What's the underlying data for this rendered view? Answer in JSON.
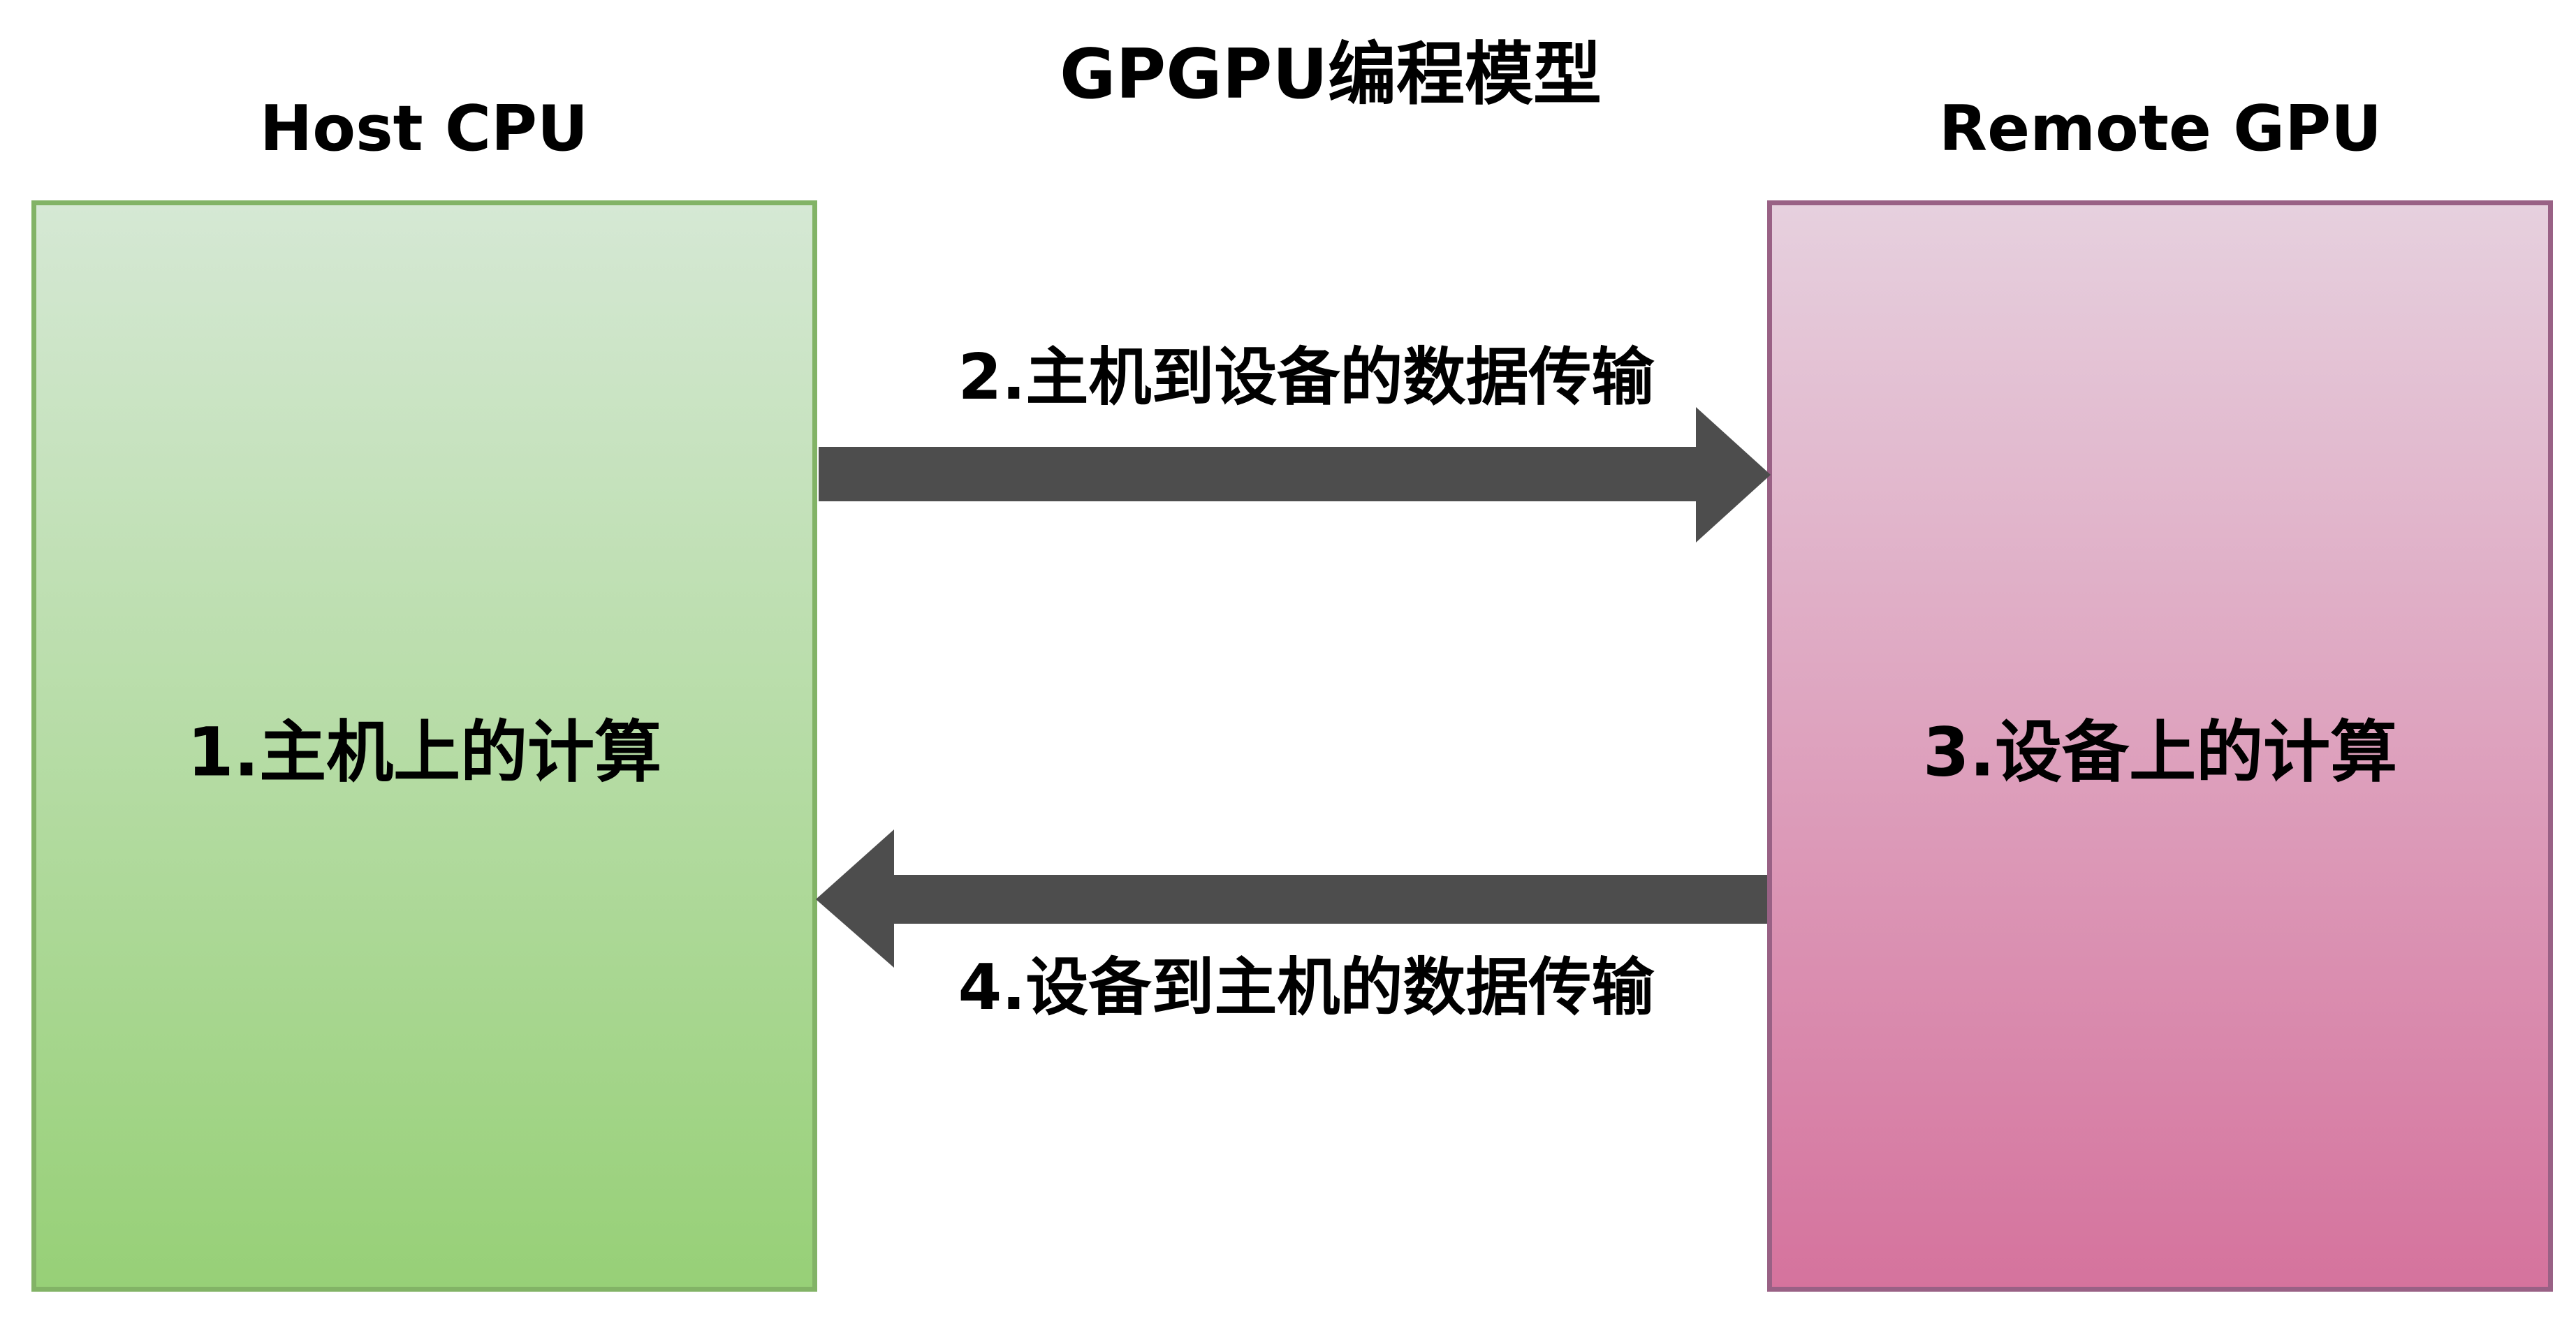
{
  "diagram": {
    "title": "GPGPU编程模型",
    "host": {
      "title": "Host CPU",
      "box_label": "1.主机上的计算"
    },
    "gpu": {
      "title": "Remote GPU",
      "box_label": "3.设备上的计算"
    },
    "arrow_to_device": {
      "label": "2.主机到设备的数据传输"
    },
    "arrow_to_host": {
      "label": "4.设备到主机的数据传输"
    }
  },
  "colors": {
    "arrow": "#4d4d4d",
    "host_border": "#82b366",
    "gpu_border": "#996185"
  }
}
